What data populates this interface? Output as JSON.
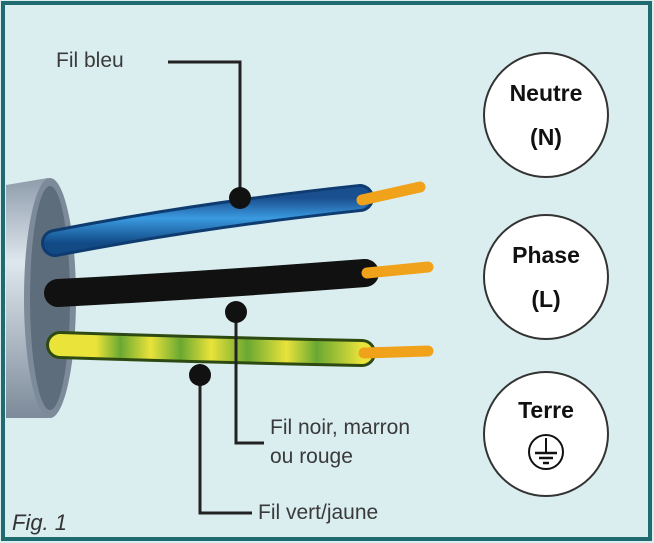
{
  "figure_label": "Fig. 1",
  "labels": {
    "blue_wire": "Fil bleu",
    "live_wire_line1": "Fil noir, marron",
    "live_wire_line2": "ou rouge",
    "earth_wire": "Fil vert/jaune"
  },
  "legend": [
    {
      "title": "Neutre",
      "abbr": "(N)"
    },
    {
      "title": "Phase",
      "abbr": "(L)"
    },
    {
      "title": "Terre",
      "icon": "earth-ground-icon"
    }
  ],
  "colors": {
    "background": "#daeef0",
    "frame": "#1f6b6f",
    "wire_blue": "#1b6fb8",
    "wire_black": "#111111",
    "wire_green": "#6aa832",
    "wire_yellow": "#e8e030",
    "copper_tip": "#f0a21a",
    "cable_sheath": "#b9c6d2"
  }
}
